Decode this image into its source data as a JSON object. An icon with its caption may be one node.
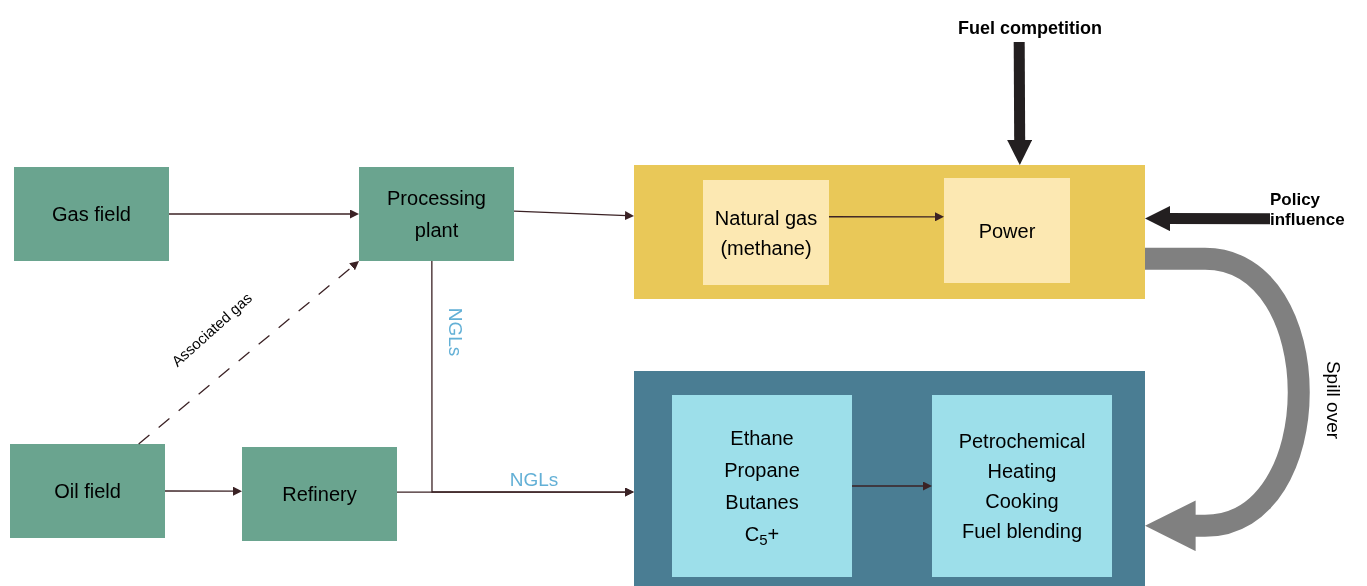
{
  "diagram": {
    "nodes": [
      {
        "text": [
          "Gas field"
        ]
      },
      {
        "text": [
          "Processing plant"
        ]
      },
      {
        "text": [
          "Oil field"
        ]
      },
      {
        "text": [
          "Refinery"
        ]
      },
      {
        "text": [],
        "shape": "box"
      },
      {
        "text": [
          "Natural gas (methane)"
        ],
        "in": 4
      },
      {
        "text": [
          "Power"
        ],
        "in": 4
      },
      {
        "text": [],
        "shape": "box"
      },
      {
        "text": [
          "Ethane",
          "Propane",
          "Butanes",
          "C$_{5}$+"
        ],
        "in": 7
      },
      {
        "text": [
          "Petrochemical",
          "Heating",
          "Cooking",
          "Fuel blending"
        ],
        "in": 7
      },
      {
        "text": [
          "Fuel competition"
        ]
      },
      {
        "text": [
          "Policy influence"
        ]
      }
    ],
    "edges": [
      {
        "from": 0,
        "to": 1,
        "arrow": "to"
      },
      {
        "from": 1,
        "to": 4,
        "arrow": "to"
      },
      {
        "from": 2,
        "to": 1,
        "arrow": "to",
        "label": "Associated gas",
        "style": "dashed"
      },
      {
        "from": 2,
        "to": 3,
        "arrow": "to"
      },
      {
        "from": 1,
        "to": 7,
        "arrow": "to",
        "label": "NGLs"
      },
      {
        "from": 3,
        "to": 7,
        "arrow": "to",
        "label": "NGLs"
      },
      {
        "from": 5,
        "to": 6,
        "arrow": "to"
      },
      {
        "from": 8,
        "to": 9,
        "arrow": "to"
      },
      {
        "from": 10,
        "to": 4,
        "arrow": "to",
        "style": "thick",
        "color": "#231f20"
      },
      {
        "from": 11,
        "to": 4,
        "arrow": "to",
        "style": "thick",
        "color": "#231f20"
      },
      {
        "from": 4,
        "to": 7,
        "arrow": "to",
        "label": "Spill over",
        "style": "thick",
        "color": "#808080"
      }
    ]
  }
}
